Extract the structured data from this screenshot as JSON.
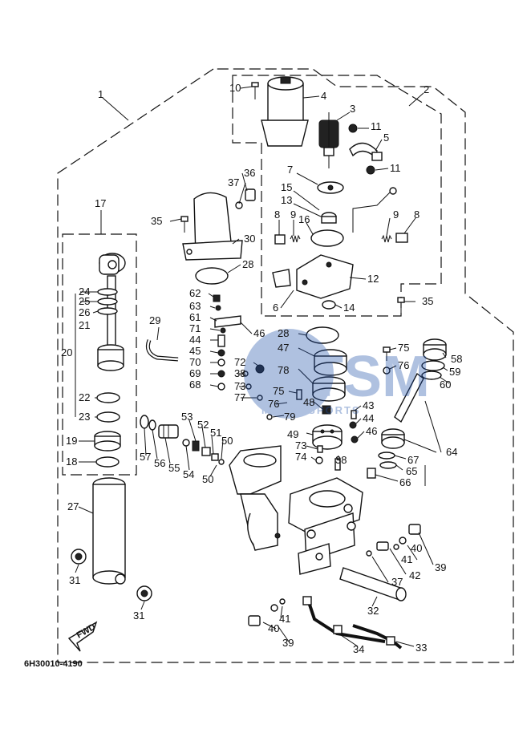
{
  "drawing_code": "6H30010-4190",
  "fwd_label": "FWD",
  "watermark": {
    "brand": "TSM",
    "subtitle": "MOTORSPORTS",
    "color": "#1e4fa8"
  },
  "callouts": {
    "c1": "1",
    "c2": "2",
    "c3": "3",
    "c4": "4",
    "c5": "5",
    "c6": "6",
    "c7": "7",
    "c8a": "8",
    "c8b": "8",
    "c9a": "9",
    "c9b": "9",
    "c10": "10",
    "c11a": "11",
    "c11b": "11",
    "c12": "12",
    "c13": "13",
    "c14": "14",
    "c15": "15",
    "c16": "16",
    "c17": "17",
    "c18": "18",
    "c19": "19",
    "c20": "20",
    "c21": "21",
    "c22": "22",
    "c23": "23",
    "c24": "24",
    "c25": "25",
    "c26": "26",
    "c27": "27",
    "c28a": "28",
    "c28b": "28",
    "c29": "29",
    "c30": "30",
    "c31a": "31",
    "c31b": "31",
    "c32": "32",
    "c33": "33",
    "c34": "34",
    "c35a": "35",
    "c35b": "35",
    "c36": "36",
    "c37a": "37",
    "c37b": "37",
    "c38a": "38",
    "c38b": "38",
    "c39a": "39",
    "c39b": "39",
    "c40a": "40",
    "c40b": "40",
    "c41a": "41",
    "c41b": "41",
    "c42": "42",
    "c43": "43",
    "c44a": "44",
    "c44b": "44",
    "c45": "45",
    "c46a": "46",
    "c46b": "46",
    "c47": "47",
    "c48": "48",
    "c49": "49",
    "c50a": "50",
    "c50b": "50",
    "c51": "51",
    "c52": "52",
    "c53": "53",
    "c54": "54",
    "c55": "55",
    "c56": "56",
    "c57": "57",
    "c58": "58",
    "c59": "59",
    "c60": "60",
    "c61": "61",
    "c62": "62",
    "c63": "63",
    "c64": "64",
    "c65": "65",
    "c66": "66",
    "c67": "67",
    "c68": "68",
    "c69": "69",
    "c70": "70",
    "c71": "71",
    "c72": "72",
    "c73a": "73",
    "c73b": "73",
    "c74": "74",
    "c75a": "75",
    "c75b": "75",
    "c76a": "76",
    "c76b": "76",
    "c77": "77",
    "c78": "78",
    "c79": "79"
  }
}
